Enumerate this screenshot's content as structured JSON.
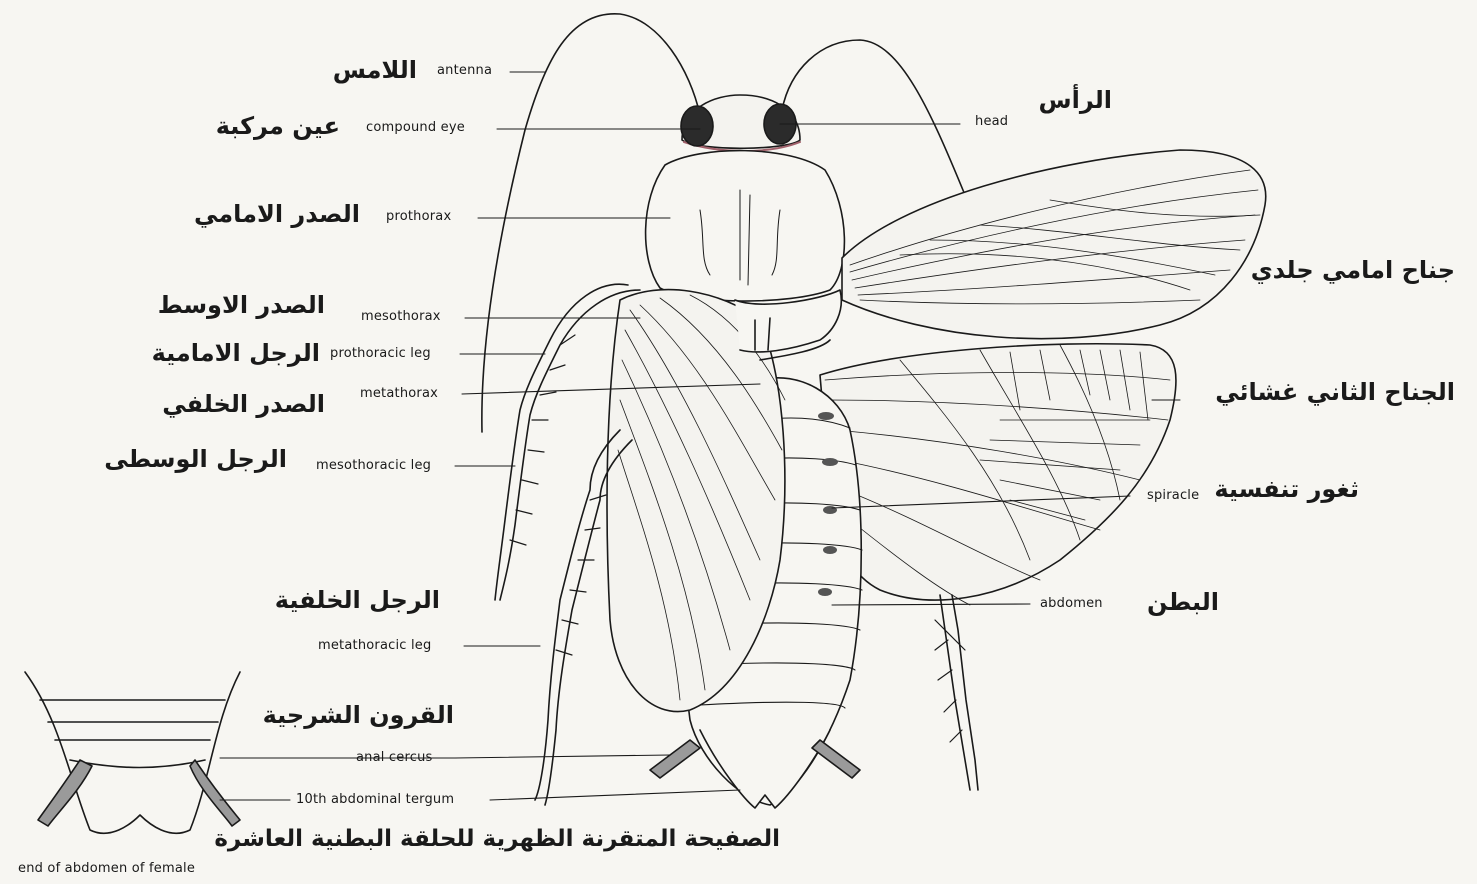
{
  "labels": {
    "antenna": {
      "en": "antenna",
      "ar": "اللامس"
    },
    "compound_eye": {
      "en": "compound eye",
      "ar": "عين مركبة"
    },
    "prothorax": {
      "en": "prothorax",
      "ar": "الصدر الامامي"
    },
    "mesothorax": {
      "en": "mesothorax",
      "ar": "الصدر الاوسط"
    },
    "prothoracic_leg": {
      "en": "prothoracic leg",
      "ar": "الرجل الامامية"
    },
    "metathorax": {
      "en": "metathorax",
      "ar": "الصدر الخلفي"
    },
    "mesothoracic_leg": {
      "en": "mesothoracic leg",
      "ar": "الرجل الوسطى"
    },
    "metathoracic_leg": {
      "en": "metathoracic leg",
      "ar": "الرجل الخلفية"
    },
    "head": {
      "en": "head",
      "ar": "الرأس"
    },
    "forewing": {
      "ar": "جناح امامي جلدي"
    },
    "hindwing": {
      "ar": "الجناح الثاني غشائي"
    },
    "spiracle": {
      "en": "spiracle",
      "ar": "ثغور تنفسية"
    },
    "abdomen": {
      "en": "abdomen",
      "ar": "البطن"
    },
    "anal_cercus": {
      "en": "anal cercus",
      "ar": "القرون الشرجية"
    },
    "tergum": {
      "en": "10th abdominal tergum",
      "ar": "الصفيحة المتقرنة الظهرية للحلقة البطنية العاشرة"
    },
    "female_end": {
      "en": "end of abdomen of female"
    }
  },
  "colors": {
    "ink": "#1a1a1a",
    "paper": "#f7f6f2",
    "eye": "#2b2b2b",
    "head_band": "#a0606a"
  }
}
